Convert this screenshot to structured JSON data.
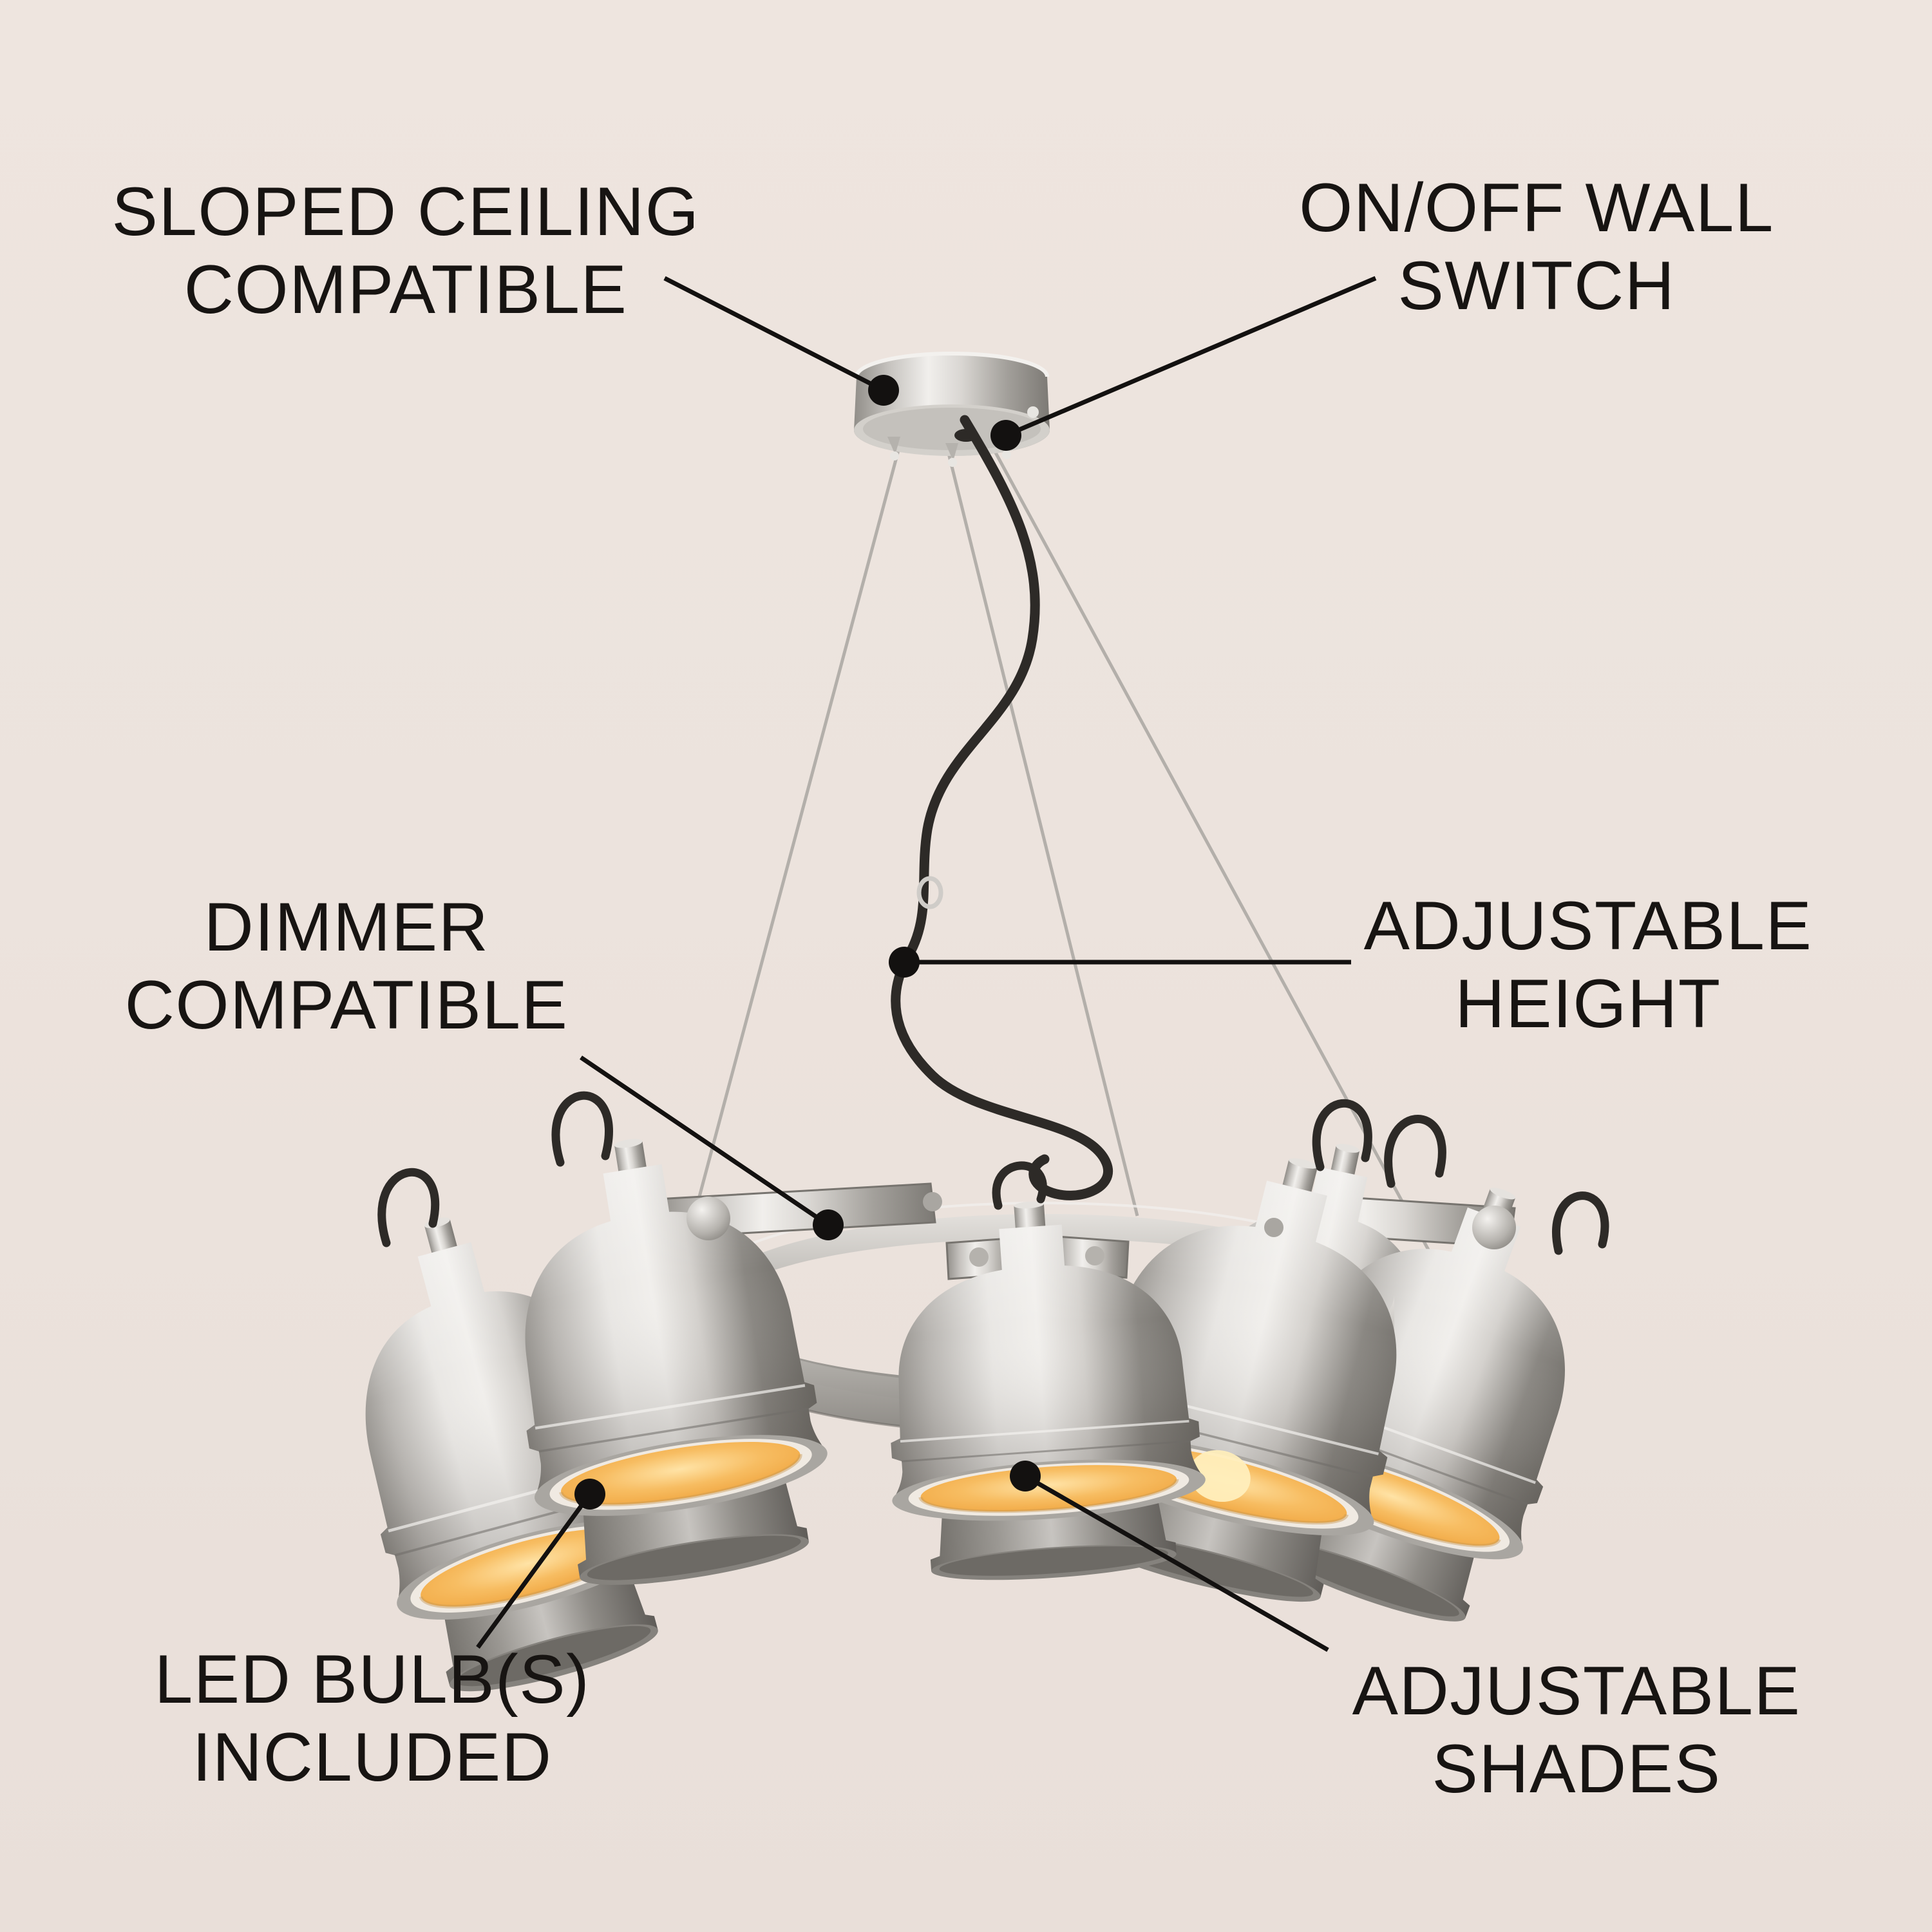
{
  "labels": {
    "sloped_ceiling": {
      "line1": "SLOPED CEILING",
      "line2": "COMPATIBLE"
    },
    "wall_switch": {
      "line1": "ON/OFF WALL",
      "line2": "SWITCH"
    },
    "dimmer": {
      "line1": "DIMMER",
      "line2": "COMPATIBLE"
    },
    "adjustable_height": {
      "line1": "ADJUSTABLE",
      "line2": "HEIGHT"
    },
    "led_bulbs": {
      "line1": "LED BULB(S)",
      "line2": "INCLUDED"
    },
    "adjustable_shades": {
      "line1": "ADJUSTABLE",
      "line2": "SHADES"
    }
  },
  "colors": {
    "background": "#ece3dd",
    "ink": "#171412",
    "leader": "#131110",
    "metal_light": "#f1efec",
    "metal_mid": "#c7c4c0",
    "metal_dark": "#8a8782",
    "metal_edge": "#6e6b66",
    "glow_core": "#ffe3a6",
    "glow_mid": "#f7bd62",
    "glow_deep": "#ee9e35",
    "diffuser_rim": "#f0eae2",
    "cord": "#2d2a27",
    "cable": "#b3afaa"
  },
  "subject": {
    "fixture": "6-light metal spotlight chandelier",
    "finish": "brushed nickel",
    "lights_on": true
  }
}
